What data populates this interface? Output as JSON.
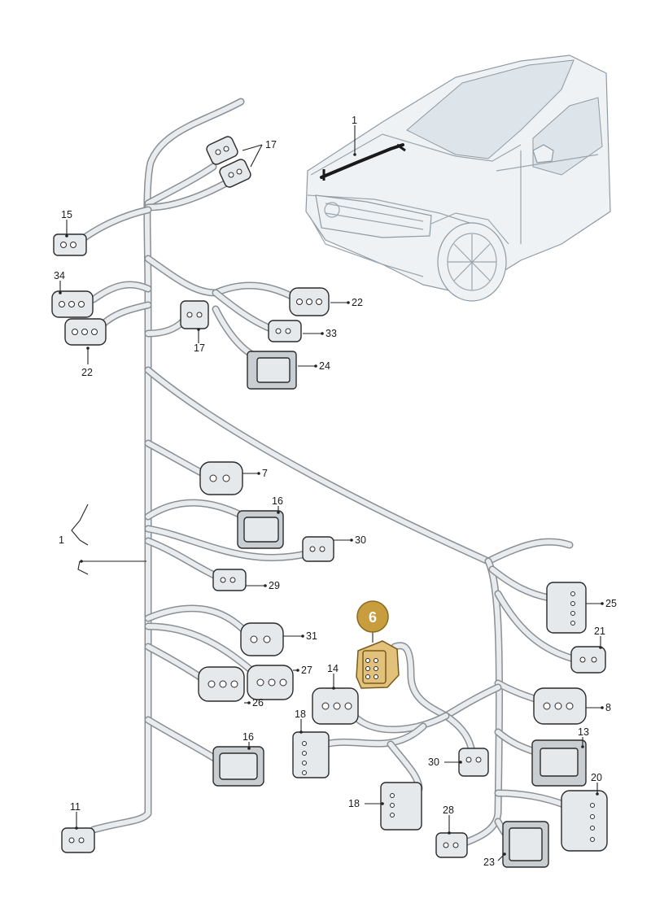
{
  "highlighted_part": {
    "label": "6",
    "color": "#c79d3e"
  },
  "callouts": {
    "c1_car": "1",
    "c17_top": "17",
    "c15": "15",
    "c34": "34",
    "c22_left": "22",
    "c17_mid": "17",
    "c22_right": "22",
    "c33": "33",
    "c24": "24",
    "c7": "7",
    "c16_upper": "16",
    "c1_bracket": "1",
    "c30_upper": "30",
    "c29": "29",
    "c31": "31",
    "c27": "27",
    "c26": "26",
    "c14": "14",
    "c18_upper": "18",
    "c16_lower": "16",
    "c11": "11",
    "c25": "25",
    "c21": "21",
    "c8": "8",
    "c13": "13",
    "c30_lower": "30",
    "c20": "20",
    "c18_lower": "18",
    "c28": "28",
    "c23": "23"
  },
  "colors": {
    "wire": "#8a8f94",
    "connector": "#e6e9ec",
    "highlight": "#e2c27a"
  }
}
